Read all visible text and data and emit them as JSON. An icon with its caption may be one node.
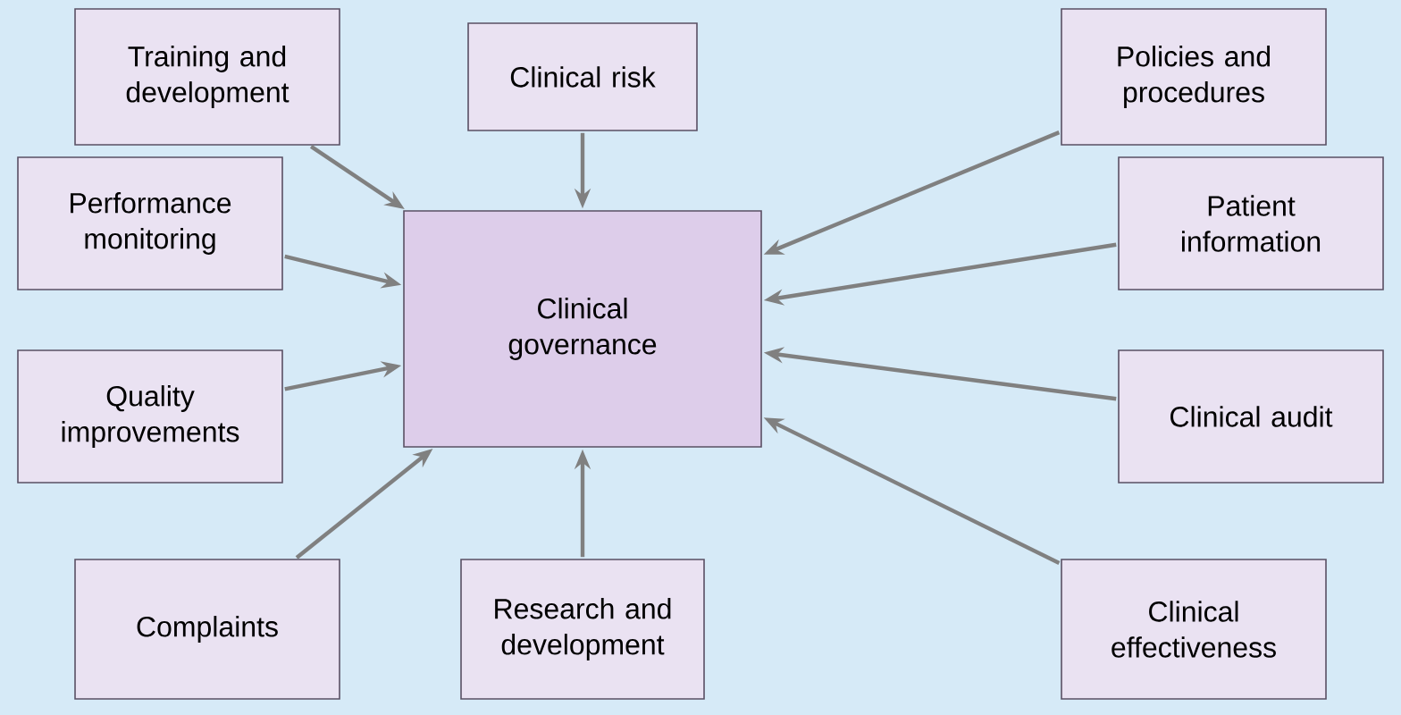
{
  "diagram": {
    "nodes": [
      {
        "text": [
          "Training and development"
        ]
      },
      {
        "text": [
          "Clinical risk"
        ]
      },
      {
        "text": [
          "Policies and procedures"
        ]
      },
      {
        "text": [
          "Performance monitoring"
        ]
      },
      {
        "text": [
          "Clinical governance"
        ]
      },
      {
        "text": [
          "Patient information"
        ]
      },
      {
        "text": [
          "Quality improvements"
        ]
      },
      {
        "text": [
          "Clinical audit"
        ]
      },
      {
        "text": [
          "Complaints"
        ]
      },
      {
        "text": [
          "Research and development"
        ]
      },
      {
        "text": [
          "Clinical effectiveness"
        ]
      }
    ],
    "edges": [
      {
        "from": 0,
        "to": 4,
        "arrow": "to"
      },
      {
        "from": 1,
        "to": 4,
        "arrow": "to"
      },
      {
        "from": 2,
        "to": 4,
        "arrow": "to"
      },
      {
        "from": 3,
        "to": 4,
        "arrow": "to"
      },
      {
        "from": 5,
        "to": 4,
        "arrow": "to"
      },
      {
        "from": 6,
        "to": 4,
        "arrow": "to"
      },
      {
        "from": 7,
        "to": 4,
        "arrow": "to"
      },
      {
        "from": 8,
        "to": 4,
        "arrow": "to"
      },
      {
        "from": 9,
        "to": 4,
        "arrow": "to"
      },
      {
        "from": 10,
        "to": 4,
        "arrow": "to"
      }
    ]
  }
}
